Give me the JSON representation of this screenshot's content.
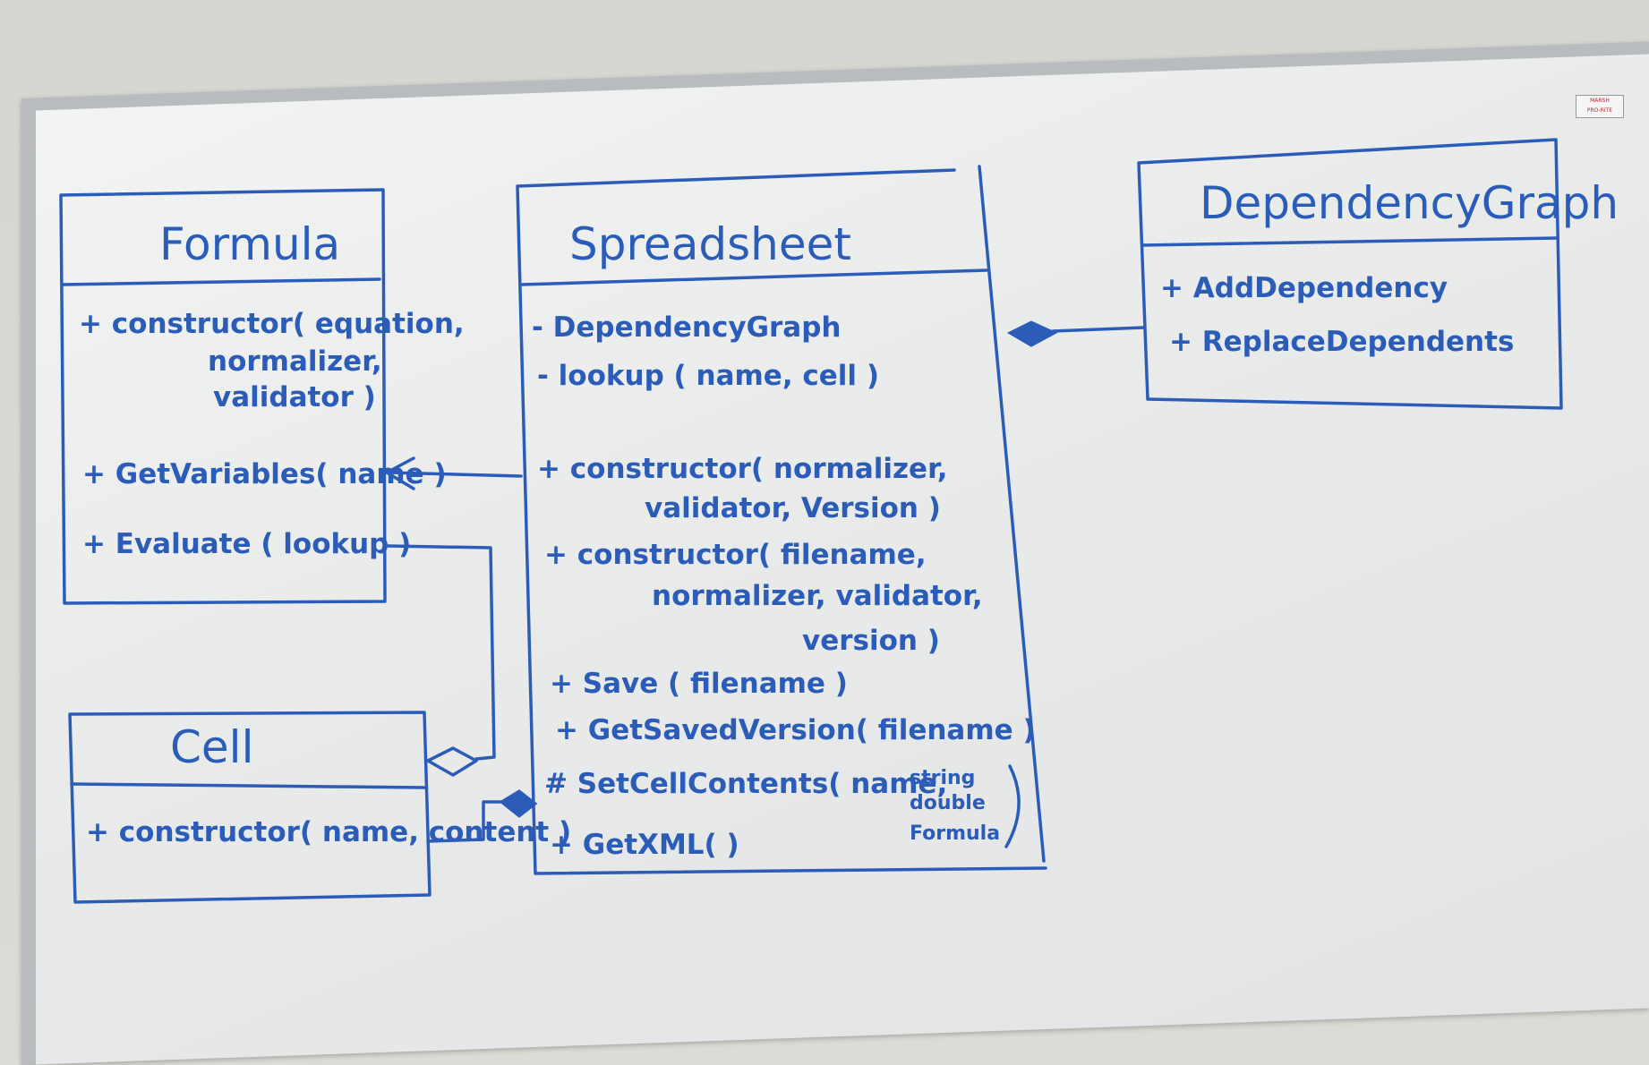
{
  "board": {
    "brand_badge": [
      "MARSH",
      "PRO-RITE"
    ]
  },
  "classes": {
    "formula": {
      "name": "Formula",
      "members": [
        "+ constructor( equation,",
        "normalizer,",
        "validator )",
        "+ GetVariables( name )",
        "+ Evaluate ( lookup )"
      ]
    },
    "spreadsheet": {
      "name": "Spreadsheet",
      "members": [
        "- DependencyGraph",
        "- lookup ( name, cell )",
        "+ constructor( normalizer,",
        "validator, Version )",
        "+ constructor( filename,",
        "normalizer, validator,",
        "version )",
        "+ Save ( filename )",
        "+ GetSavedVersion( filename )",
        "# SetCellContents( name,",
        "+ GetXML( )"
      ],
      "content_types": [
        "string",
        "double",
        "Formula"
      ]
    },
    "dependency_graph": {
      "name": "DependencyGraph",
      "members": [
        "+ AddDependency",
        "+ ReplaceDependents"
      ]
    },
    "cell": {
      "name": "Cell",
      "members": [
        "+ constructor( name, content )"
      ]
    }
  },
  "colors": {
    "ink": "#2b5cb8",
    "board": "#eceeee",
    "frame": "#b9bcbf"
  }
}
